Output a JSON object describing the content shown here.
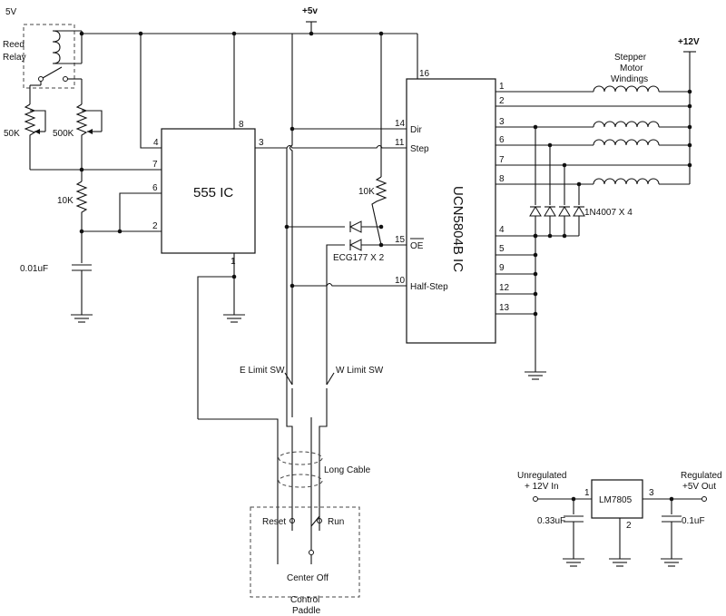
{
  "rails": {
    "vcc5": "+5v",
    "vcc12": "+12V"
  },
  "relay": {
    "line1": "5V",
    "line2": "Reed",
    "line3": "Relay"
  },
  "pots": {
    "p1": "50K",
    "p2": "500K"
  },
  "resistors": {
    "r1": "10K",
    "r2": "10K"
  },
  "cap_timing": "0.01uF",
  "timer": {
    "name": "555 IC",
    "pins": {
      "p1": "1",
      "p2": "2",
      "p3": "3",
      "p4": "4",
      "p6": "6",
      "p7": "7",
      "p8": "8"
    }
  },
  "driver": {
    "name": "UCN5804B IC",
    "pins": {
      "p1": "1",
      "p2": "2",
      "p3": "3",
      "p4": "4",
      "p5": "5",
      "p6": "6",
      "p7": "7",
      "p8": "8",
      "p9": "9",
      "p10": "10",
      "p11": "11",
      "p12": "12",
      "p13": "13",
      "p14": "14",
      "p15": "15",
      "p16": "16"
    },
    "in_dir": "Dir",
    "in_step": "Step",
    "in_oe": "OE",
    "in_half": "Half-Step"
  },
  "diodes_logic": "ECG177 X 2",
  "diodes_clamp": "1N4007 X 4",
  "motor": {
    "l1": "Stepper",
    "l2": "Motor",
    "l3": "Windings"
  },
  "switches": {
    "east": "E Limit SW",
    "west": "W Limit SW"
  },
  "cable": "Long Cable",
  "paddle": {
    "reset": "Reset",
    "run": "Run",
    "center": "Center Off",
    "t1": "Control",
    "t2": "Paddle"
  },
  "regulator": {
    "name": "LM7805",
    "in_l1": "Unregulated",
    "in_l2": "+ 12V In",
    "out_l1": "Regulated",
    "out_l2": "+5V Out",
    "c_in": "0.33uF",
    "c_out": "0.1uF",
    "p1": "1",
    "p2": "2",
    "p3": "3"
  }
}
